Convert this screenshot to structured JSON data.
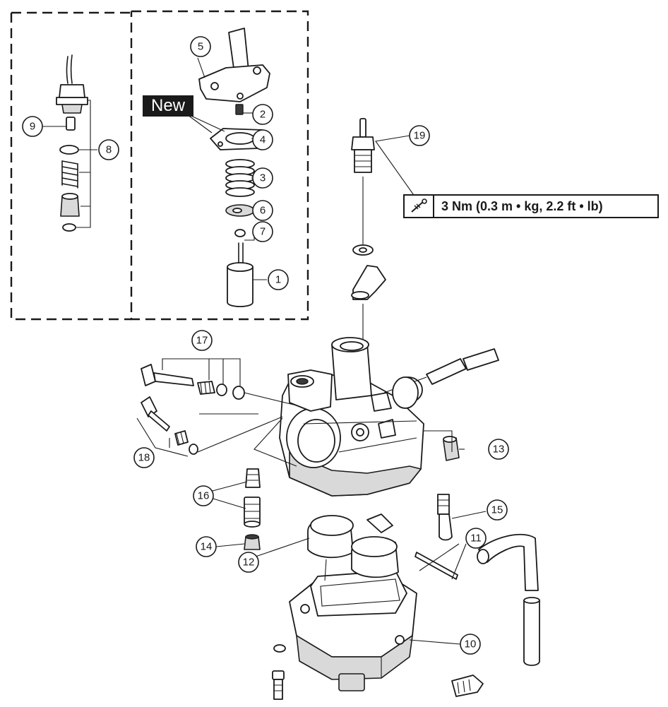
{
  "badge": {
    "text": "New"
  },
  "torque": {
    "text": "3 Nm (0.3 m • kg, 2.2 ft • lb)"
  },
  "icons": {
    "torque": "torque-wrench-icon"
  },
  "callouts": [
    "1",
    "2",
    "3",
    "4",
    "5",
    "6",
    "7",
    "8",
    "9",
    "10",
    "11",
    "12",
    "13",
    "14",
    "15",
    "16",
    "17",
    "18",
    "19"
  ]
}
